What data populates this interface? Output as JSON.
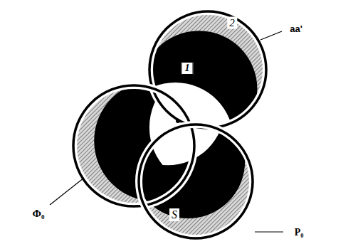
{
  "diagram": {
    "labels": [
      "2",
      "aa'",
      "1",
      "Φ₀",
      "S",
      "P₀"
    ]
  }
}
